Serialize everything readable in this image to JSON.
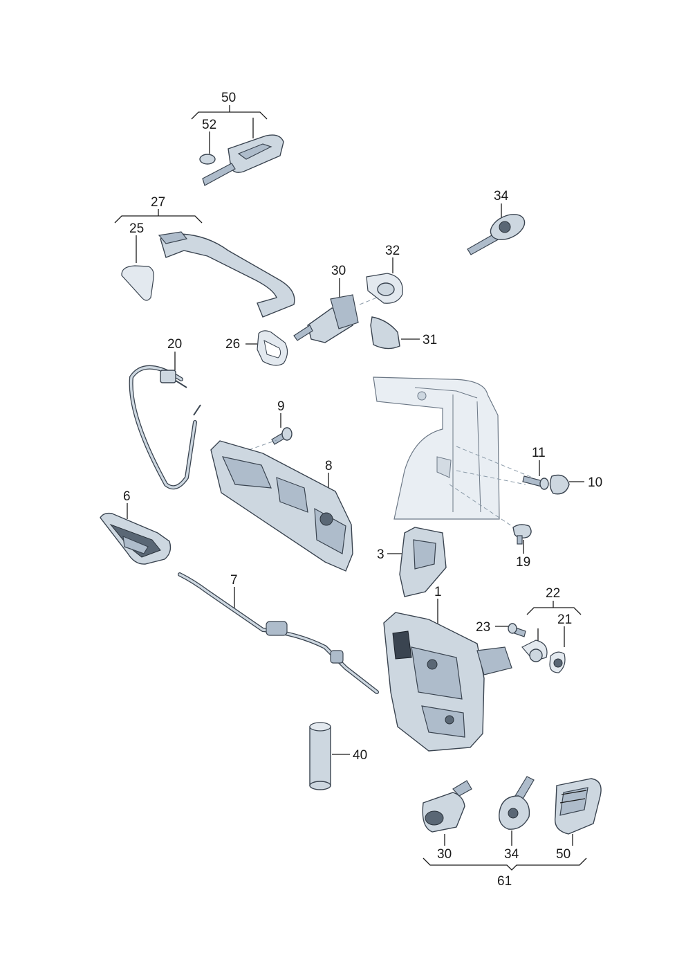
{
  "labels": {
    "l50_top": "50",
    "l52": "52",
    "l27": "27",
    "l25": "25",
    "l34_top": "34",
    "l30_top": "30",
    "l32": "32",
    "l31": "31",
    "l26": "26",
    "l20": "20",
    "l9": "9",
    "l8": "8",
    "l11": "11",
    "l10": "10",
    "l6": "6",
    "l19": "19",
    "l3": "3",
    "l7": "7",
    "l1": "1",
    "l22": "22",
    "l23": "23",
    "l21": "21",
    "l40": "40",
    "l30_bottom": "30",
    "l34_bottom": "34",
    "l50_bottom": "50",
    "l61": "61"
  },
  "colors": {
    "part_fill": "#cdd7e0",
    "part_stroke": "#3a4450",
    "text": "#1a1a1a"
  }
}
